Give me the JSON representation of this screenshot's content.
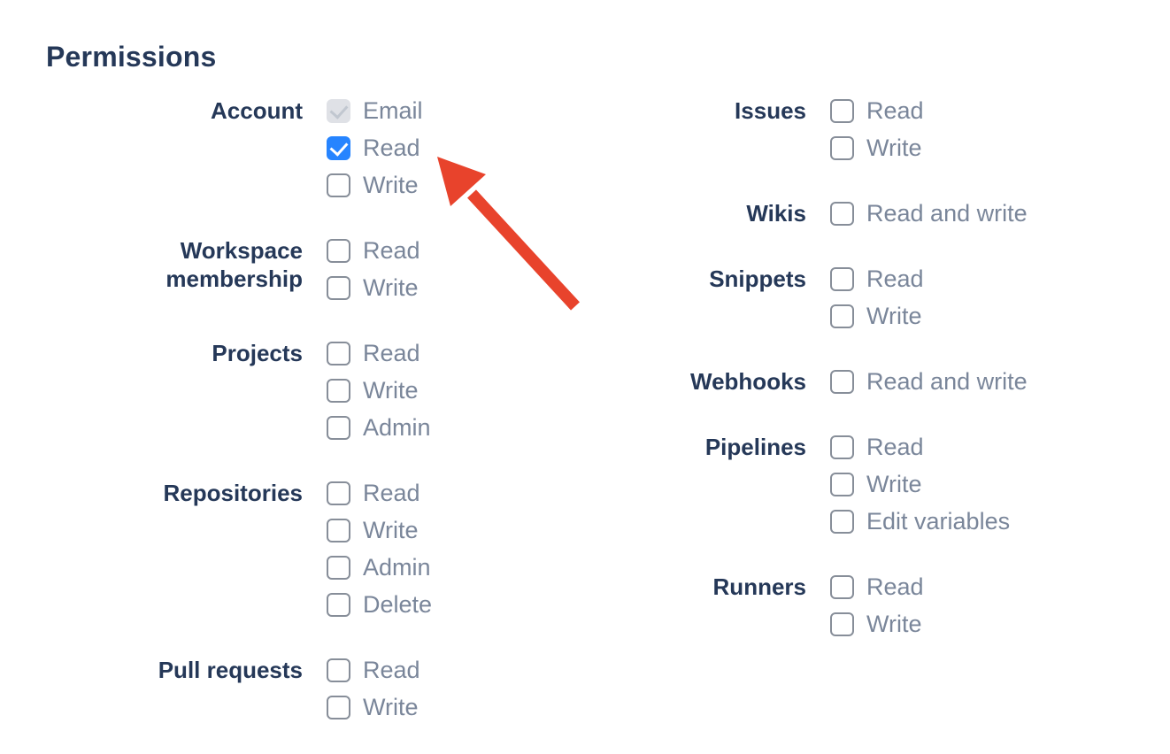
{
  "heading": "Permissions",
  "colors": {
    "heading_text": "#253858",
    "group_label_text": "#253858",
    "option_label_text": "#7A869A",
    "checkbox_border": "#878E99",
    "checkbox_checked_fill": "#2684FF",
    "checkbox_check": "#FFFFFF",
    "checkbox_disabled_fill": "#DFE1E6",
    "checkbox_disabled_check": "#C1C7D0",
    "arrow": "#E8432C",
    "background": "#FFFFFF"
  },
  "columns": [
    {
      "groups": [
        {
          "label": "Account",
          "options": [
            {
              "label": "Email",
              "checked": true,
              "disabled": true
            },
            {
              "label": "Read",
              "checked": true,
              "disabled": false
            },
            {
              "label": "Write",
              "checked": false,
              "disabled": false
            }
          ]
        },
        {
          "label": "Workspace membership",
          "options": [
            {
              "label": "Read",
              "checked": false,
              "disabled": false
            },
            {
              "label": "Write",
              "checked": false,
              "disabled": false
            }
          ]
        },
        {
          "label": "Projects",
          "options": [
            {
              "label": "Read",
              "checked": false,
              "disabled": false
            },
            {
              "label": "Write",
              "checked": false,
              "disabled": false
            },
            {
              "label": "Admin",
              "checked": false,
              "disabled": false
            }
          ]
        },
        {
          "label": "Repositories",
          "options": [
            {
              "label": "Read",
              "checked": false,
              "disabled": false
            },
            {
              "label": "Write",
              "checked": false,
              "disabled": false
            },
            {
              "label": "Admin",
              "checked": false,
              "disabled": false
            },
            {
              "label": "Delete",
              "checked": false,
              "disabled": false
            }
          ]
        },
        {
          "label": "Pull requests",
          "options": [
            {
              "label": "Read",
              "checked": false,
              "disabled": false
            },
            {
              "label": "Write",
              "checked": false,
              "disabled": false
            }
          ]
        }
      ]
    },
    {
      "groups": [
        {
          "label": "Issues",
          "options": [
            {
              "label": "Read",
              "checked": false,
              "disabled": false
            },
            {
              "label": "Write",
              "checked": false,
              "disabled": false
            }
          ]
        },
        {
          "label": "Wikis",
          "options": [
            {
              "label": "Read and write",
              "checked": false,
              "disabled": false
            }
          ]
        },
        {
          "label": "Snippets",
          "options": [
            {
              "label": "Read",
              "checked": false,
              "disabled": false
            },
            {
              "label": "Write",
              "checked": false,
              "disabled": false
            }
          ]
        },
        {
          "label": "Webhooks",
          "options": [
            {
              "label": "Read and write",
              "checked": false,
              "disabled": false
            }
          ]
        },
        {
          "label": "Pipelines",
          "options": [
            {
              "label": "Read",
              "checked": false,
              "disabled": false
            },
            {
              "label": "Write",
              "checked": false,
              "disabled": false
            },
            {
              "label": "Edit variables",
              "checked": false,
              "disabled": false
            }
          ]
        },
        {
          "label": "Runners",
          "options": [
            {
              "label": "Read",
              "checked": false,
              "disabled": false
            },
            {
              "label": "Write",
              "checked": false,
              "disabled": false
            }
          ]
        }
      ]
    }
  ]
}
